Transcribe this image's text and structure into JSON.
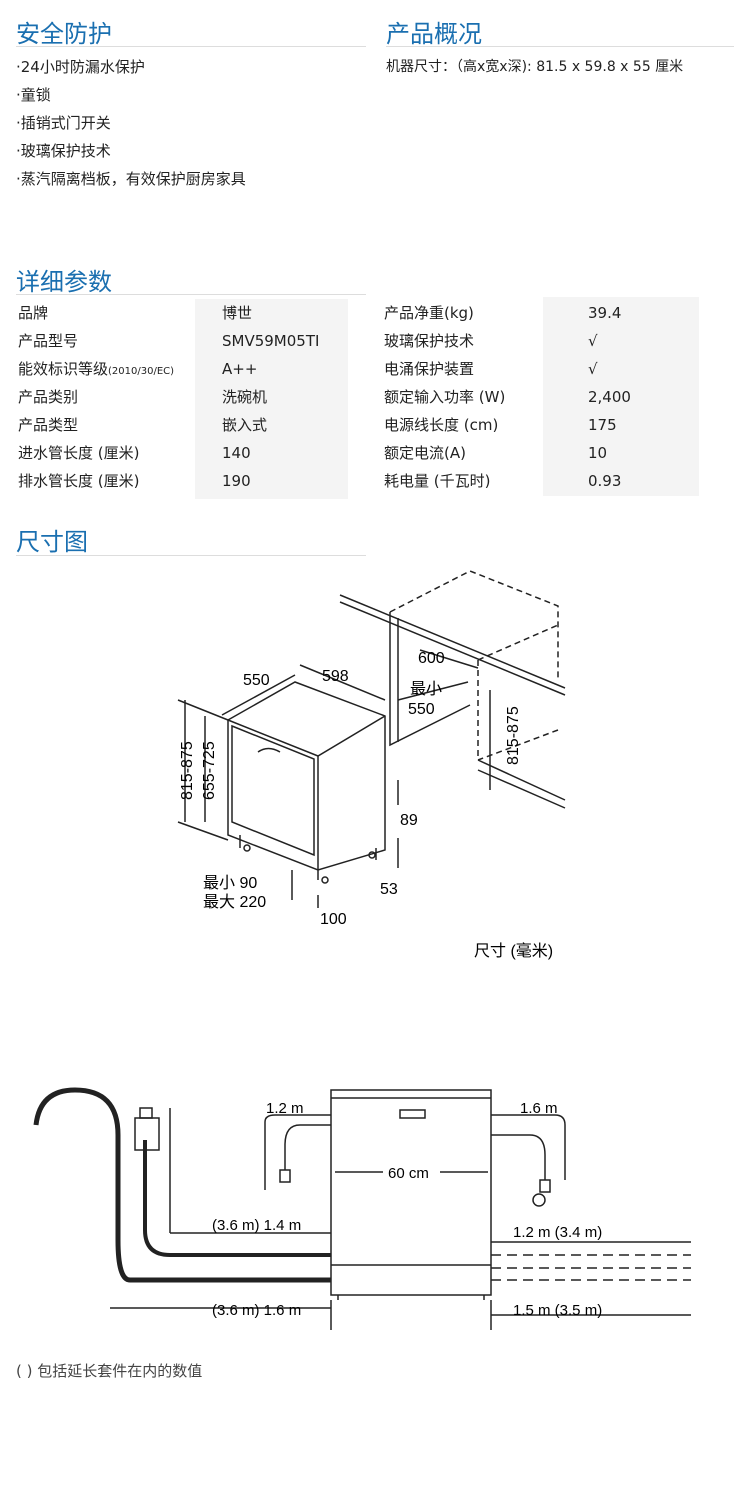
{
  "safety": {
    "title": "安全防护",
    "items": [
      "·24小时防漏水保护",
      "·童锁",
      "·插销式门开关",
      "·玻璃保护技术",
      "·蒸汽隔离档板，有效保护厨房家具"
    ]
  },
  "overview": {
    "title": "产品概况",
    "size_text": "机器尺寸：（高x宽x深): 81.5 x 59.8 x 55 厘米"
  },
  "params": {
    "title": "详细参数",
    "left": [
      {
        "label": "品牌",
        "value": "博世"
      },
      {
        "label": "产品型号",
        "value": "SMV59M05TI"
      },
      {
        "label": "能效标识等级",
        "label_small": "(2010/30/EC)",
        "value": "A++"
      },
      {
        "label": "产品类别",
        "value": "洗碗机"
      },
      {
        "label": "产品类型",
        "value": "嵌入式"
      },
      {
        "label": "进水管长度 (厘米)",
        "value": "140"
      },
      {
        "label": "排水管长度 (厘米)",
        "value": "190"
      }
    ],
    "right": [
      {
        "label": "产品净重(kg)",
        "value": "39.4"
      },
      {
        "label": "玻璃保护技术",
        "value": "√"
      },
      {
        "label": "电涌保护装置",
        "value": "√"
      },
      {
        "label": "额定输入功率 (W)",
        "value": "2,400"
      },
      {
        "label": "电源线长度 (cm)",
        "value": "175"
      },
      {
        "label": "额定电流(A)",
        "value": "10"
      },
      {
        "label": "耗电量 (千瓦时)",
        "value": "0.93"
      }
    ]
  },
  "dimensions": {
    "title": "尺寸图",
    "labels": {
      "d550": "550",
      "d598": "598",
      "d600": "600",
      "min": "最小",
      "d550b": "550",
      "h815": "815-875",
      "h655": "655-725",
      "h815b": "815-875",
      "d89": "89",
      "d53": "53",
      "min90": "最小 90",
      "max220": "最大 220",
      "d100": "100"
    },
    "unit_caption": "尺寸 (毫米)"
  },
  "hoses": {
    "labels": {
      "l12m": "1.2 m",
      "l16m": "1.6 m",
      "w60": "60 cm",
      "in14": "(3.6 m) 1.4 m",
      "in12": "1.2 m (3.4 m)",
      "out16": "(3.6 m) 1.6 m",
      "out15": "1.5 m (3.5 m)"
    },
    "footnote": "( ) 包括延长套件在内的数值"
  }
}
